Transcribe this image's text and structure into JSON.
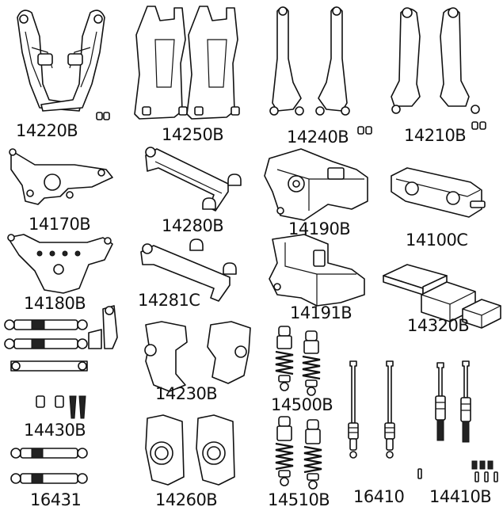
{
  "parts": [
    {
      "id": "p14220",
      "label": "14220B"
    },
    {
      "id": "p14250",
      "label": "14250B"
    },
    {
      "id": "p14240",
      "label": "14240B"
    },
    {
      "id": "p14210",
      "label": "14210B"
    },
    {
      "id": "p14170",
      "label": "14170B"
    },
    {
      "id": "p14280",
      "label": "14280B"
    },
    {
      "id": "p14190",
      "label": "14190B"
    },
    {
      "id": "p14100",
      "label": "14100C"
    },
    {
      "id": "p14180",
      "label": "14180B"
    },
    {
      "id": "p14281",
      "label": "14281C"
    },
    {
      "id": "p14191",
      "label": "14191B"
    },
    {
      "id": "p14320",
      "label": "14320B"
    },
    {
      "id": "p14230",
      "label": "14230B"
    },
    {
      "id": "p14500",
      "label": "14500B"
    },
    {
      "id": "p14430",
      "label": "14430B"
    },
    {
      "id": "p16431",
      "label": "16431"
    },
    {
      "id": "p14260",
      "label": "14260B"
    },
    {
      "id": "p14510",
      "label": "14510B"
    },
    {
      "id": "p16410",
      "label": "16410"
    },
    {
      "id": "p14410",
      "label": "14410B"
    }
  ]
}
